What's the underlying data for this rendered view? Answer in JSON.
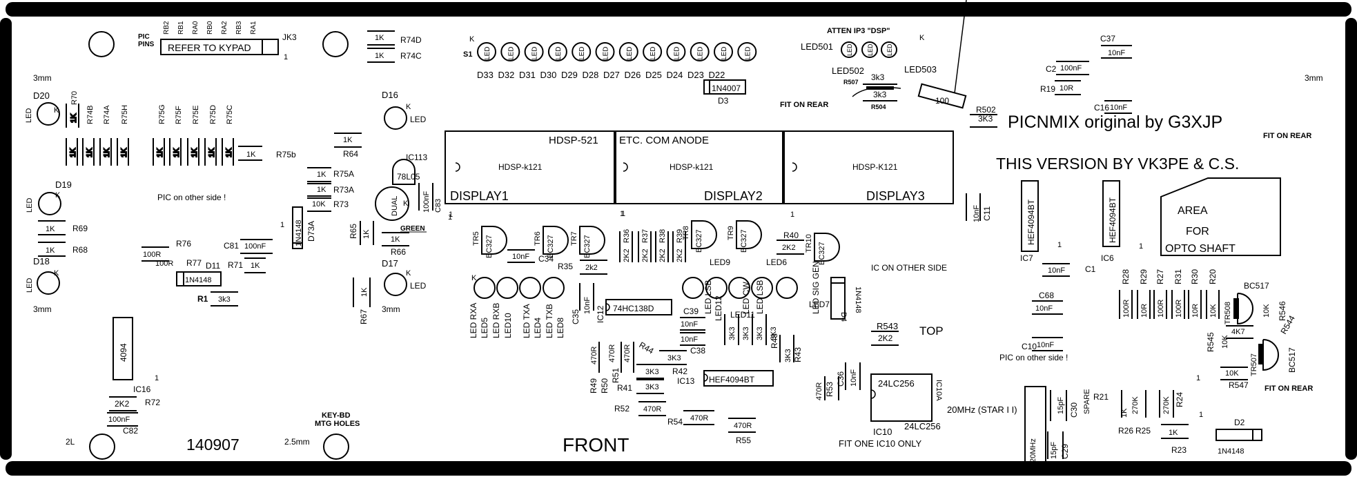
{
  "board": {
    "title": "PICNMIX  original by G3XJP",
    "version": "THIS VERSION BY VK3PE & C.S.",
    "date_code": "140907",
    "front": "FRONT",
    "top": "TOP"
  },
  "notes": {
    "fit_on_rear_1": "FIT ON REAR",
    "fit_on_rear_2": "FIT ON REAR",
    "fit_on_rear_3": "FIT ON REAR",
    "pic_other_side_1": "PIC on other side !",
    "pic_other_side_2": "PIC on other side !",
    "ic_other_side": "IC ON OTHER SIDE",
    "fit_one_ic10": "FIT ONE IC10 ONLY",
    "keybd_mtg": "KEY-BD\nMTG HOLES",
    "atten": "ATTEN IP3 \"DSP\"",
    "area_opto": [
      "AREA",
      "FOR",
      "OPTO SHAFT"
    ],
    "crystal": "20MHz (STAR I I)",
    "spare": "SPARE",
    "green": "GREEN",
    "dual": "DUAL",
    "hole_3mm_1": "3mm",
    "hole_3mm_2": "3mm",
    "hole_3mm_3": "3mm",
    "hole_3mm_right": "3mm",
    "hole_2l": "2L",
    "hole_25mm": "2.5mm",
    "one": "1",
    "k": "K",
    "s1": "S1"
  },
  "jk3": {
    "label": "JK3",
    "text": "REFER TO KYPAD",
    "pins_caption": "PIC\nPINS",
    "pins": [
      "RB2",
      "RB1",
      "RA0",
      "RB0",
      "RA2",
      "RB3",
      "RA1"
    ]
  },
  "displays": [
    {
      "ref": "DISPLAY1",
      "part": "HDSP-k121",
      "header": "HDSP-521"
    },
    {
      "ref": "DISPLAY2",
      "part": "HDSP-k121",
      "header": "ETC. COM ANODE"
    },
    {
      "ref": "DISPLAY3",
      "part": "HDSP-K121",
      "header": ""
    }
  ],
  "top_leds": {
    "leds": [
      "LED",
      "LED",
      "LED",
      "LED",
      "LED",
      "LED",
      "LED",
      "LED",
      "LED",
      "LED",
      "LED",
      "LED"
    ],
    "refs": [
      "D33",
      "D32",
      "D31",
      "D30",
      "D29",
      "D28",
      "D27",
      "D26",
      "D25",
      "D24",
      "D23",
      "D22"
    ]
  },
  "atten_leds": {
    "refs": [
      "LED501",
      "LED502",
      "LED503"
    ],
    "led": "LED"
  },
  "left_leds": [
    {
      "ref": "D20",
      "led": "LED"
    },
    {
      "ref": "D19",
      "led": "LED"
    },
    {
      "ref": "D18",
      "led": "LED"
    },
    {
      "ref": "D16",
      "led": "LED"
    },
    {
      "ref": "D17",
      "led": "LED"
    }
  ],
  "mid_leds": {
    "labels": [
      "LED RXA",
      "LED5",
      "LED RXB",
      "LED10",
      "LED TXA",
      "LED4",
      "LED TXB",
      "LED8"
    ],
    "right_labels": [
      "LED LSB",
      "LED12",
      "LED CW",
      "LED11",
      "LED LSB",
      "LED6",
      "LED SIG GEN",
      "LED7",
      "LED9"
    ]
  },
  "ics": {
    "ic113": {
      "ref": "IC113",
      "part": "78L05"
    },
    "ic12": {
      "ref": "IC12",
      "part": "74HC138D"
    },
    "ic13": {
      "ref": "IC13",
      "part": "HEF4094BT"
    },
    "ic16": {
      "ref": "IC16",
      "part": "4094"
    },
    "ic7": {
      "ref": "IC7",
      "part": "HEF4094BT"
    },
    "ic6": {
      "ref": "IC6",
      "part": "HEF4094BT"
    },
    "ic10a": {
      "ref": "IC10A",
      "part": "24LC256"
    },
    "ic10": {
      "ref": "IC10",
      "part": "24LC256"
    }
  },
  "diodes": {
    "d3": {
      "ref": "D3",
      "part": "1N4007"
    },
    "d11": {
      "ref": "D11",
      "part": "1N4148"
    },
    "d73a": {
      "ref": "D73A",
      "part": "1N4148"
    },
    "d4": {
      "ref": "D4",
      "part": "1N4148"
    },
    "d2": {
      "ref": "D2",
      "part": "1N4148"
    }
  },
  "transistors": {
    "tr5": {
      "ref": "TR5",
      "part": "BC327"
    },
    "tr6": {
      "ref": "TR6",
      "part": "BC327"
    },
    "tr7": {
      "ref": "TR7",
      "part": "BC327"
    },
    "tr8": {
      "ref": "TR8",
      "part": "BC327"
    },
    "tr9": {
      "ref": "TR9",
      "part": "BC327"
    },
    "tr10": {
      "ref": "TR10",
      "part": "BC327"
    },
    "tr508": {
      "ref": "TR508",
      "part": "BC517"
    },
    "tr507": {
      "ref": "TR507",
      "part": "BC517"
    }
  },
  "resistors_left": {
    "r70": "R70",
    "r74b": "R74B",
    "r74a": "R74A",
    "r75h": "R75H",
    "r75g": "R75G",
    "r75f": "R75F",
    "r75e": "R75E",
    "r75d": "R75D",
    "r75c": "R75C",
    "r75b": "R75b",
    "r69": "R69",
    "r68": "R68",
    "r76": "R76",
    "r77": "R77",
    "r71": "R71",
    "r1": "R1",
    "r72": "R72",
    "c81": "C81",
    "c82": "C82",
    "r74d": "R74D",
    "r74c": "R74C",
    "r64": "R64",
    "r75a": "R75A",
    "r73a": "R73A",
    "r73": "R73",
    "r65": "R65",
    "r66": "R66",
    "r67": "R67",
    "c83": "C83",
    "v1k": "1K",
    "v10k": "10K",
    "v100r": "100R",
    "v100nf": "100nF",
    "v3k3": "3k3",
    "v2k2": "2K2"
  },
  "resistors_mid": {
    "c34": "C34",
    "r35": "R35",
    "r36": "R36",
    "r37": "R37",
    "r38": "R38",
    "r39": "R39",
    "r40": "R40",
    "c35": "C35",
    "c39": "C39",
    "c38": "C38",
    "r44": "R44",
    "r42": "R42",
    "r41": "R41",
    "r49": "R49",
    "r50": "R50",
    "r51": "R51",
    "r52": "R52",
    "r54": "R54",
    "r55": "R55",
    "r48": "R48",
    "r43": "R43",
    "r543": "R543",
    "r53": "R53",
    "c36": "C36",
    "v10nf": "10nF",
    "v2k2": "2K2",
    "v3k3": "3K3",
    "v470r": "470R",
    "v470r_b": "470R",
    "v2k2_b": "2k2"
  },
  "resistors_top": {
    "r507": "R507",
    "r504": "R504",
    "r502": "R502",
    "v3k3": "3k3",
    "v100": "100",
    "v3k3b": "3K3"
  },
  "resistors_right": {
    "c37": "C37",
    "c2": "C2",
    "r19": "R19",
    "c16": "C16",
    "c11": "C11",
    "c1": "C1",
    "c68": "C68",
    "c10": "C10",
    "r28": "R28",
    "r29": "R29",
    "r27": "R27",
    "r31": "R31",
    "r30": "R30",
    "r20": "R20",
    "r546": "R546",
    "r544": "R544",
    "r545": "R545",
    "r547": "R547",
    "r21": "R21",
    "r26": "R26",
    "r25": "R25",
    "r24": "R24",
    "r23": "R23",
    "c30": "C30",
    "c29": "C29",
    "v10nf": "10nF",
    "v100nf": "100nF",
    "v10r": "10R",
    "v100r": "100R",
    "v10k": "10K",
    "v4k7": "4K7",
    "v1k": "1K",
    "v270k": "270K",
    "v15pf": "15pF",
    "xtal": "20MHz"
  }
}
